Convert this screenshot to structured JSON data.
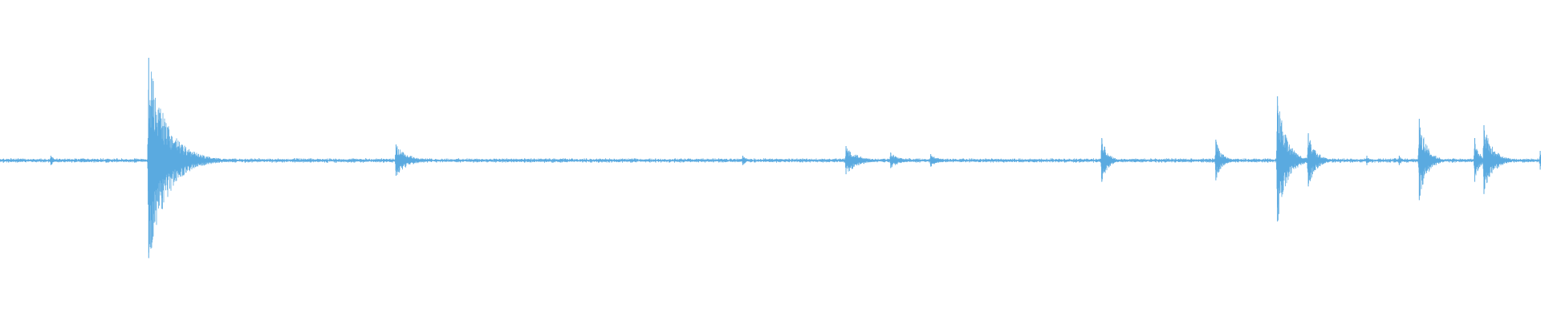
{
  "colors": {
    "background": "#ffffff",
    "waveform": "#5aaae0"
  },
  "chart_data": {
    "type": "area",
    "title": "",
    "xlabel": "",
    "ylabel": "",
    "grid": false,
    "legend": "none",
    "ylim": [
      -1,
      1
    ],
    "xlim": [
      0,
      1
    ],
    "noise_floor": 0.01,
    "bursts": [
      {
        "x": 0.033,
        "peak": 0.03,
        "decay": 0.003
      },
      {
        "x": 0.0965,
        "peak": 0.64,
        "decay": 0.012
      },
      {
        "x": 0.257,
        "peak": 0.1,
        "decay": 0.008
      },
      {
        "x": 0.482,
        "peak": 0.03,
        "decay": 0.003
      },
      {
        "x": 0.549,
        "peak": 0.09,
        "decay": 0.008
      },
      {
        "x": 0.578,
        "peak": 0.05,
        "decay": 0.006
      },
      {
        "x": 0.604,
        "peak": 0.04,
        "decay": 0.005
      },
      {
        "x": 0.715,
        "peak": 0.14,
        "decay": 0.004
      },
      {
        "x": 0.789,
        "peak": 0.13,
        "decay": 0.004
      },
      {
        "x": 0.829,
        "peak": 0.4,
        "decay": 0.006
      },
      {
        "x": 0.849,
        "peak": 0.17,
        "decay": 0.005
      },
      {
        "x": 0.887,
        "peak": 0.03,
        "decay": 0.002
      },
      {
        "x": 0.908,
        "peak": 0.03,
        "decay": 0.002
      },
      {
        "x": 0.921,
        "peak": 0.26,
        "decay": 0.005
      },
      {
        "x": 0.957,
        "peak": 0.14,
        "decay": 0.003
      },
      {
        "x": 0.963,
        "peak": 0.22,
        "decay": 0.006
      },
      {
        "x": 0.9995,
        "peak": 0.06,
        "decay": 0.001
      }
    ]
  }
}
